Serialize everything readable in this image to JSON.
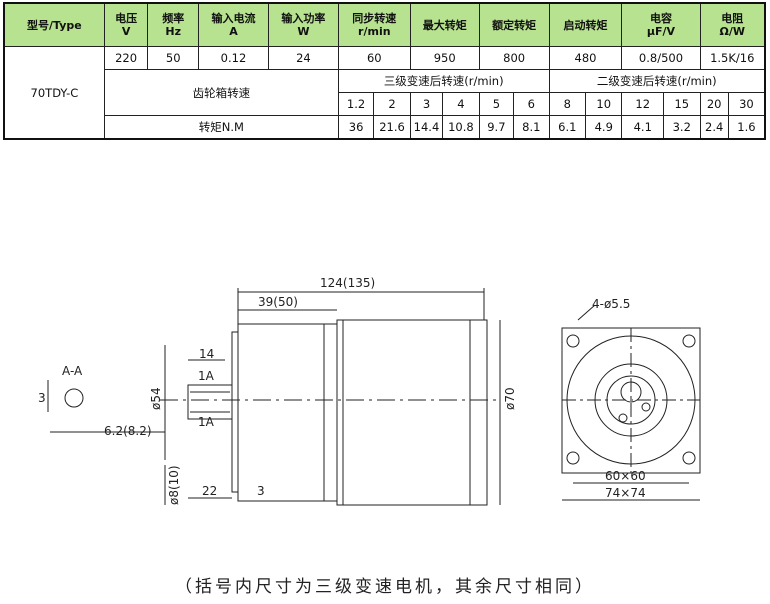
{
  "table": {
    "headers": [
      {
        "line1": "型号/Type",
        "line2": ""
      },
      {
        "line1": "电压",
        "line2": "V"
      },
      {
        "line1": "频率",
        "line2": "Hz"
      },
      {
        "line1": "输入电流",
        "line2": "A"
      },
      {
        "line1": "输入功率",
        "line2": "W"
      },
      {
        "line1": "同步转速",
        "line2": "r/min"
      },
      {
        "line1": "最大转矩",
        "line2": ""
      },
      {
        "line1": "额定转矩",
        "line2": ""
      },
      {
        "line1": "启动转矩",
        "line2": ""
      },
      {
        "line1": "电容",
        "line2": "μF/V"
      },
      {
        "line1": "电阻",
        "line2": "Ω/W"
      }
    ],
    "model": "70TDY-C",
    "values": [
      "220",
      "50",
      "0.12",
      "24",
      "60",
      "950",
      "800",
      "480",
      "0.8/500",
      "1.5K/16"
    ],
    "gearbox_label": "齿轮箱转速",
    "stage3_label": "三级变速后转速(r/min)",
    "stage2_label": "二级变速后转速(r/min)",
    "ratios_stage3": [
      "1.2",
      "2",
      "3",
      "4",
      "5",
      "6"
    ],
    "ratios_stage2": [
      "8",
      "10",
      "12",
      "15",
      "20",
      "30"
    ],
    "torque_label": "转矩N.M",
    "torques_stage3": [
      "36",
      "21.6",
      "14.4",
      "10.8",
      "9.7",
      "8.1"
    ],
    "torques_stage2": [
      "6.1",
      "4.9",
      "4.1",
      "3.2",
      "2.4",
      "1.6"
    ]
  },
  "drawing": {
    "dim_total_length": "124(135)",
    "dim_gear_length": "39(50)",
    "dim_motor_dia": "ø70",
    "dim_flange_dia": "ø54",
    "dim_key_len": "14",
    "dim_key_a1": "1A",
    "dim_key_a2": "1A",
    "dim_shaft_dia": "ø8(10)",
    "dim_shaft_len": "22",
    "dim_flange_thk": "3",
    "dim_shaft_flat": "6.2(8.2)",
    "section_label": "A-A",
    "section_dim": "3",
    "hole_label": "4-ø5.5",
    "dim_hole_pitch": "60×60",
    "dim_square": "74×74"
  },
  "note": "（括号内尺寸为三级变速电机，其余尺寸相同）"
}
